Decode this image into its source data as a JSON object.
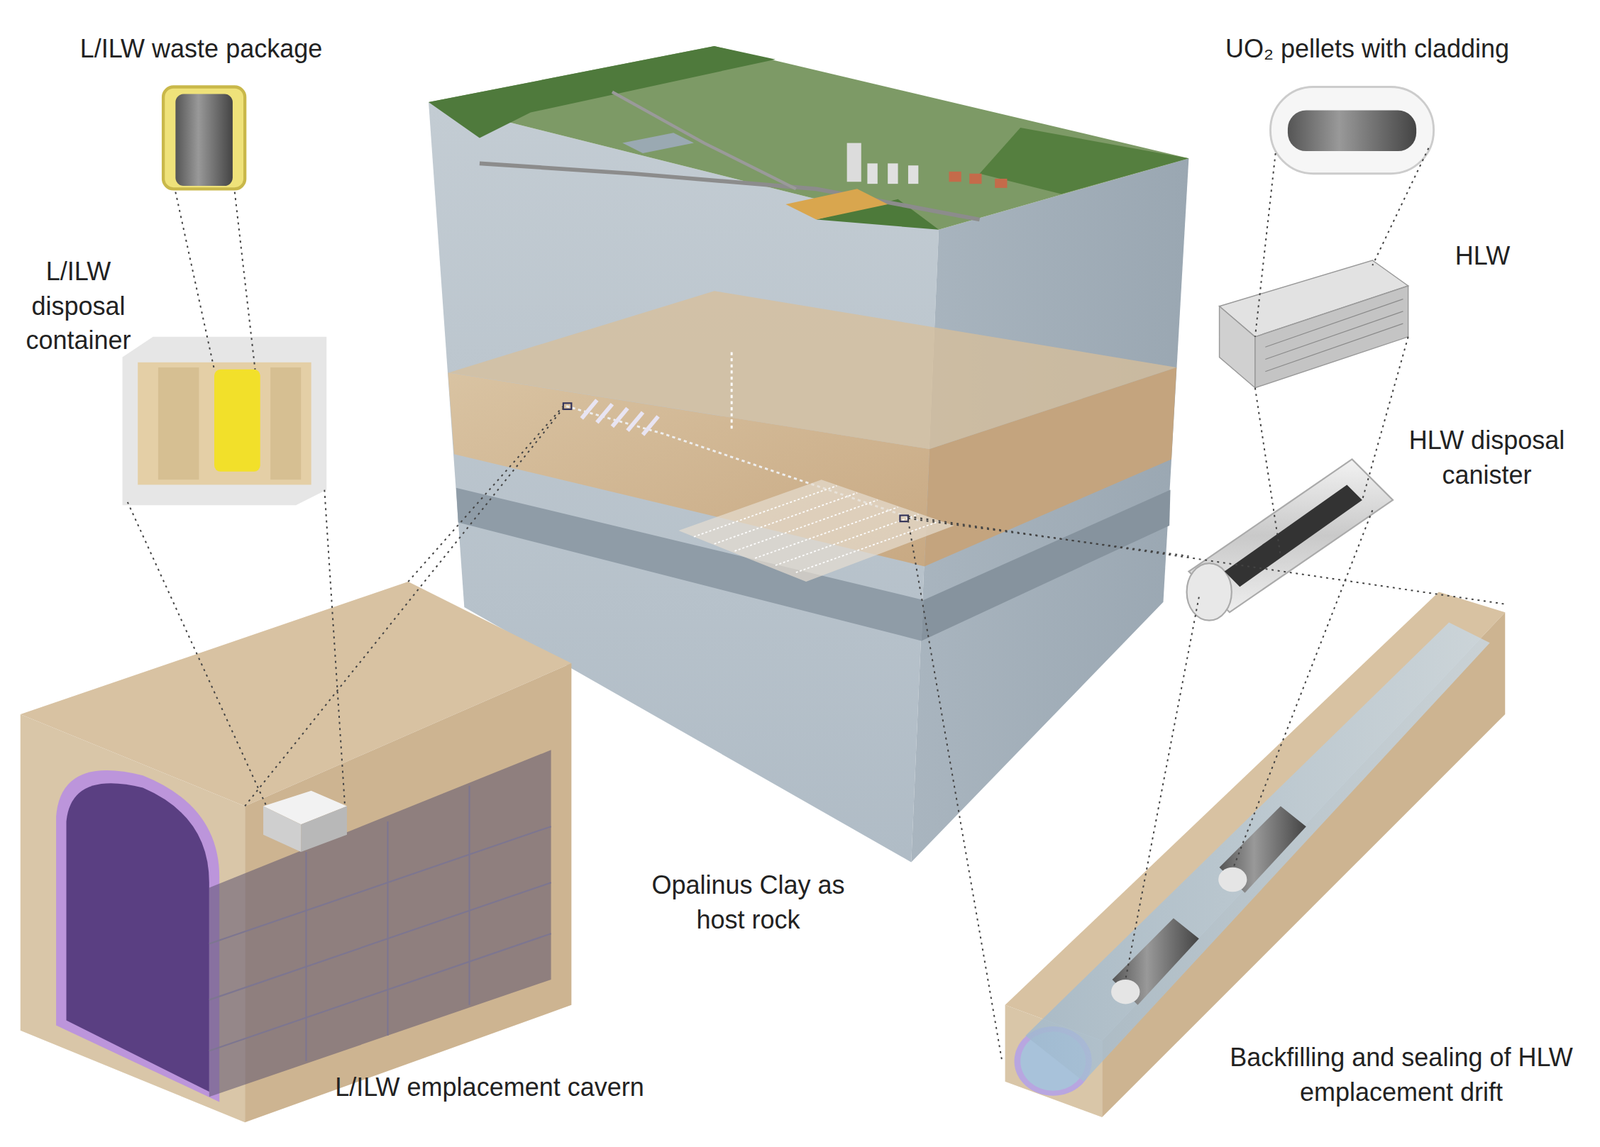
{
  "diagram": {
    "labels": [
      "L/ILW waste package",
      "L/ILW disposal container",
      "L/ILW emplacement cavern",
      "Opalinus Clay as host rock",
      "UO₂ pellets with cladding",
      "HLW",
      "HLW disposal canister",
      "Backfilling and sealing of HLW emplacement drift"
    ]
  }
}
